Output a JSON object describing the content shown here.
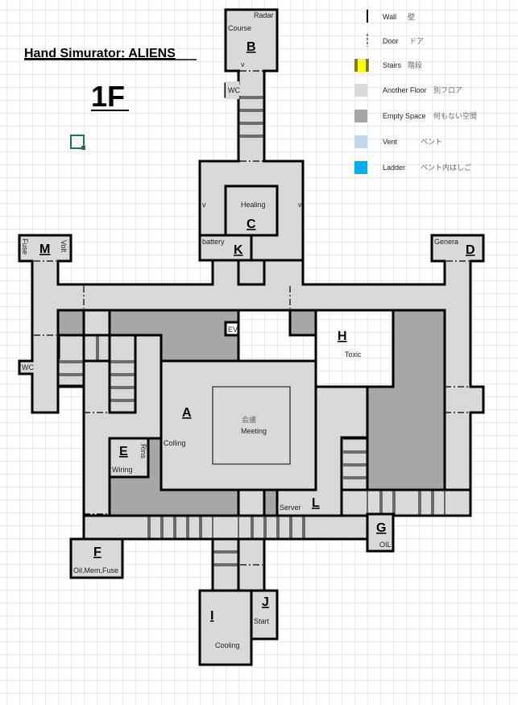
{
  "title": "Hand Simurator: ALIENS",
  "floor": "1F",
  "legend": [
    {
      "label": "Wall",
      "jp": "壁",
      "icon": "wall-icon"
    },
    {
      "label": "Door",
      "jp": "ドア",
      "icon": "door-icon"
    },
    {
      "label": "Stairs",
      "jp": "階段",
      "icon": "stairs-icon",
      "color": "#ffff00"
    },
    {
      "label": "Another Floor",
      "jp": "別フロア",
      "icon": "another-floor-swatch",
      "color": "#d9d9d9"
    },
    {
      "label": "Empty Space",
      "jp": "何もない空間",
      "icon": "empty-space-swatch",
      "color": "#a6a6a6"
    },
    {
      "label": "Vent",
      "jp": "ベント",
      "icon": "vent-swatch",
      "color": "#bdd7ee"
    },
    {
      "label": "Ladder",
      "jp": "ベント内はしご",
      "icon": "ladder-swatch",
      "color": "#00b0f0"
    }
  ],
  "rooms": {
    "A": {
      "letter": "A",
      "notes": [
        "Colling"
      ]
    },
    "meeting": {
      "jp": "会議",
      "label": "Meeting"
    },
    "B": {
      "letter": "B",
      "notes": [
        "Radar",
        "Course",
        "v"
      ]
    },
    "C": {
      "letter": "C",
      "notes": [
        "Healing",
        "v",
        "v"
      ]
    },
    "D": {
      "letter": "D",
      "notes": [
        "Genera"
      ]
    },
    "E": {
      "letter": "E",
      "notes": [
        "Rins",
        "Wiring"
      ]
    },
    "F": {
      "letter": "F",
      "notes": [
        "Oil,Mem,Fuse"
      ]
    },
    "G": {
      "letter": "G",
      "notes": [
        "OIL"
      ]
    },
    "H": {
      "letter": "H",
      "notes": [
        "Toxic"
      ]
    },
    "I": {
      "letter": "I",
      "notes": [
        "Cooling"
      ]
    },
    "J": {
      "letter": "J",
      "notes": [
        "Start"
      ]
    },
    "K": {
      "letter": "K",
      "notes": [
        "battery"
      ]
    },
    "L": {
      "letter": "L",
      "notes": [
        "Server"
      ]
    },
    "M": {
      "letter": "M",
      "notes": [
        "Fuse",
        "Volt"
      ]
    }
  },
  "misc": {
    "wc": "WC",
    "ev": "EV"
  },
  "colors": {
    "another_floor": "#d9d9d9",
    "empty_space": "#a6a6a6",
    "grid": "#d4d4d4",
    "selection": "#217346"
  }
}
